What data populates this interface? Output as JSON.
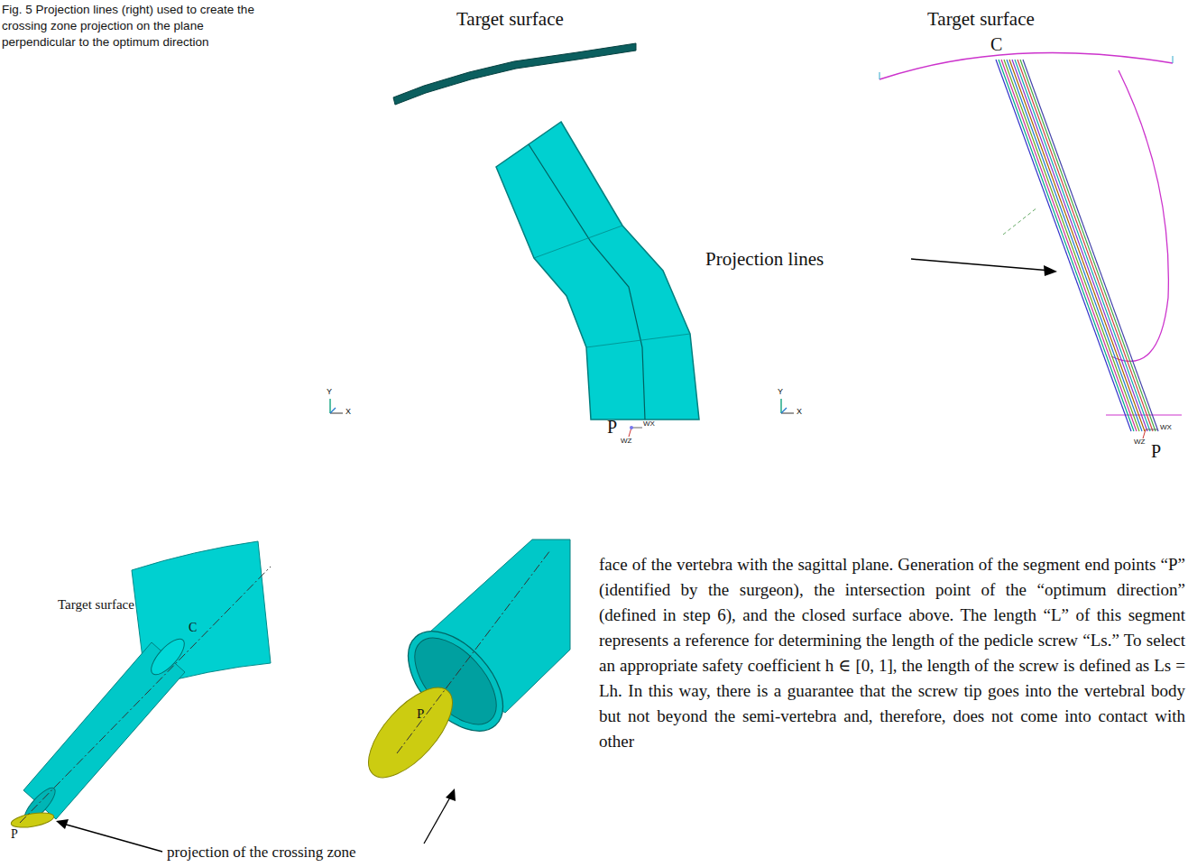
{
  "diagram": {
    "caption": "Fig. 5 Projection lines (right) used to create the crossing zone projection on the plane perpendicular to the optimum direction",
    "labels": [
      "Target surface",
      "P",
      "Y",
      "X",
      "WX",
      "WZ",
      "Target surface",
      "C",
      "Projection lines",
      "P",
      "Y",
      "X",
      "WX",
      "WZ",
      "Target surface",
      "C",
      "P",
      "P",
      "projection of the crossing zone",
      "face of the vertebra with the sagittal plane. Generation of the segment end points “P” (identified by the surgeon), the intersection point of the “optimum direction” (defined in step 6), and the closed surface above. The length “L” of this segment represents a reference for determining the length of the pedicle screw “Ls.” To select an appropriate safety coefficient h ∈ [0, 1], the length of the screw is defined as Ls = Lh. In this way, there is a guarantee that the screw tip goes into the vertebral body but not beyond the semi-vertebra and, therefore, does not come into contact with other"
    ]
  }
}
